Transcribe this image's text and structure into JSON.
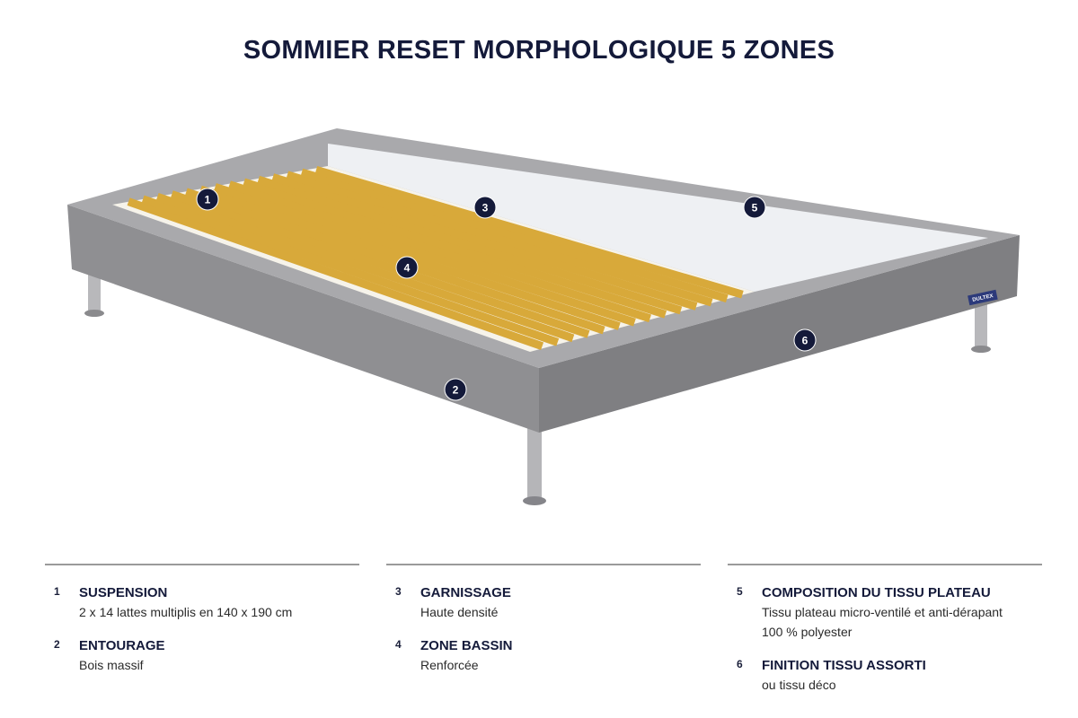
{
  "title": "SOMMIER RESET MORPHOLOGIQUE 5 ZONES",
  "brand_label": "DULTEX",
  "colors": {
    "navy": "#141a3a",
    "frame": "#9b9b9d",
    "slat": "#d8a93a",
    "plateau": "#eef0f3"
  },
  "badges": [
    "1",
    "2",
    "3",
    "4",
    "5",
    "6"
  ],
  "columns": [
    {
      "items": [
        {
          "num": "1",
          "heading": "SUSPENSION",
          "lines": [
            "2 x 14 lattes multiplis en 140 x 190 cm"
          ]
        },
        {
          "num": "2",
          "heading": "ENTOURAGE",
          "lines": [
            "Bois massif"
          ]
        }
      ]
    },
    {
      "items": [
        {
          "num": "3",
          "heading": "GARNISSAGE",
          "lines": [
            "Haute densité"
          ]
        },
        {
          "num": "4",
          "heading": "ZONE BASSIN",
          "lines": [
            "Renforcée"
          ]
        }
      ]
    },
    {
      "items": [
        {
          "num": "5",
          "heading": "COMPOSITION DU TISSU PLATEAU",
          "lines": [
            "Tissu plateau micro-ventilé et anti-dérapant",
            "100 % polyester"
          ]
        },
        {
          "num": "6",
          "heading": "FINITION TISSU ASSORTI",
          "lines": [
            "ou tissu déco"
          ]
        }
      ]
    }
  ]
}
